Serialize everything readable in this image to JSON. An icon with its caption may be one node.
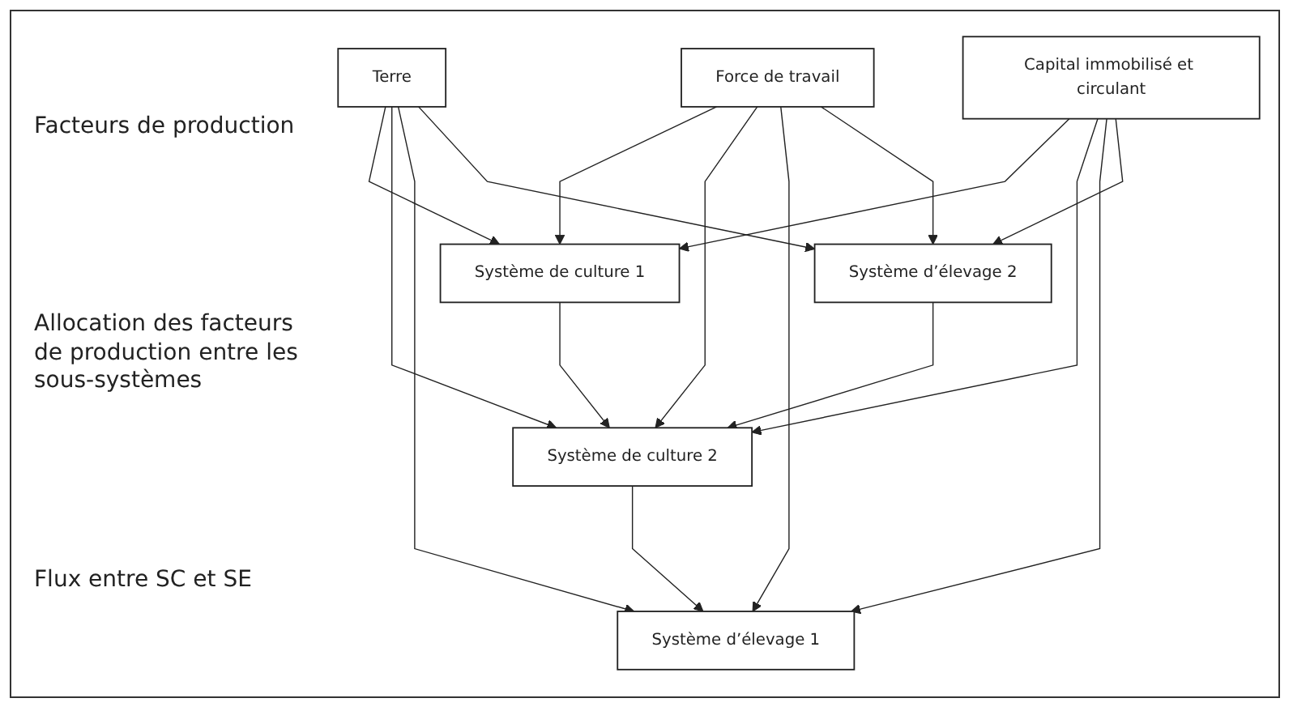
{
  "diagram": {
    "nodes": [
      {
        "text": [
          "Terre"
        ]
      },
      {
        "text": [
          "Force de travail"
        ]
      },
      {
        "text": [
          "Capital immobilisé et circulant"
        ]
      },
      {
        "text": [
          "Système de culture 1"
        ]
      },
      {
        "text": [
          "Système de culture 2"
        ]
      },
      {
        "text": [
          "Système d’élevage 1"
        ]
      },
      {
        "text": [
          "Système d’élevage 2"
        ]
      }
    ],
    "edges": [
      {
        "from": 0,
        "to": 3,
        "arrow": "to"
      },
      {
        "from": 0,
        "to": 4,
        "arrow": "to"
      },
      {
        "from": 0,
        "to": 5,
        "arrow": "to"
      },
      {
        "from": 0,
        "to": 6,
        "arrow": "to"
      },
      {
        "from": 1,
        "to": 3,
        "arrow": "to"
      },
      {
        "from": 1,
        "to": 4,
        "arrow": "to"
      },
      {
        "from": 1,
        "to": 5,
        "arrow": "to"
      },
      {
        "from": 1,
        "to": 6,
        "arrow": "to"
      },
      {
        "from": 2,
        "to": 3,
        "arrow": "to"
      },
      {
        "from": 2,
        "to": 4,
        "arrow": "to"
      },
      {
        "from": 2,
        "to": 5,
        "arrow": "to"
      },
      {
        "from": 2,
        "to": 6,
        "arrow": "to"
      },
      {
        "from": 3,
        "to": 4,
        "arrow": "to"
      },
      {
        "from": 4,
        "to": 5,
        "arrow": "to"
      },
      {
        "from": 6,
        "to": 4,
        "arrow": "to"
      }
    ],
    "labels": [
      "Facteurs de production",
      "Allocation des facteurs de production entre les sous-systèmes",
      "Flux entre SC et SE"
    ]
  }
}
